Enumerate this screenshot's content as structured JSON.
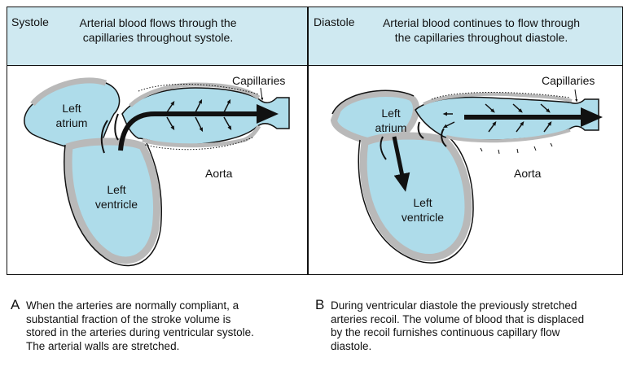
{
  "panel_a": {
    "phase": "Systole",
    "description_line1": "Arterial blood flows through the",
    "description_line2": "capillaries throughout systole.",
    "labels": {
      "capillaries": "Capillaries",
      "left_atrium_1": "Left",
      "left_atrium_2": "atrium",
      "left_ventricle_1": "Left",
      "left_ventricle_2": "ventricle",
      "aorta": "Aorta"
    },
    "caption_letter": "A",
    "caption_lines": [
      "When the arteries are normally compliant, a",
      "substantial fraction of the stroke volume is",
      "stored in the arteries during ventricular systole.",
      "The arterial walls are stretched."
    ]
  },
  "panel_b": {
    "phase": "Diastole",
    "description_line1": "Arterial blood continues to flow through",
    "description_line2": "the capillaries throughout diastole.",
    "labels": {
      "capillaries": "Capillaries",
      "left_atrium_1": "Left",
      "left_atrium_2": "atrium",
      "left_ventricle_1": "Left",
      "left_ventricle_2": "ventricle",
      "aorta": "Aorta"
    },
    "caption_letter": "B",
    "caption_lines": [
      "During ventricular diastole the previously stretched",
      "arteries recoil. The volume of blood that is displaced",
      "by the recoil furnishes continuous capillary flow",
      "diastole."
    ]
  },
  "colors": {
    "blood": "#aedcea",
    "wall": "#b9b9b9",
    "header": "#cfe9f1",
    "outline": "#111111"
  }
}
